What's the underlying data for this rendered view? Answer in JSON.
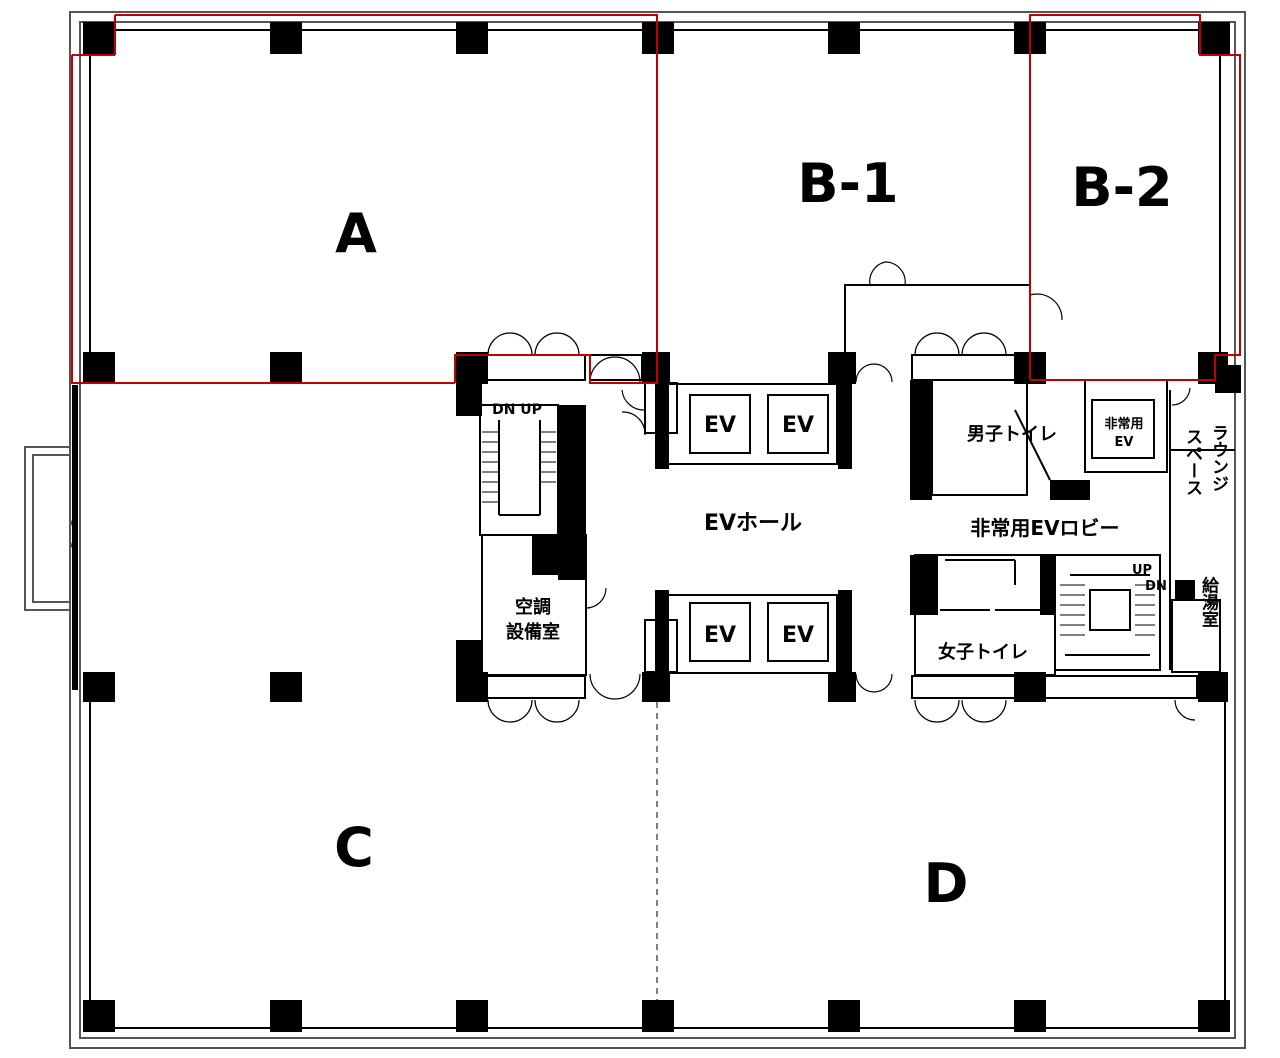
{
  "units": {
    "a": "A",
    "b1": "B-1",
    "b2": "B-2",
    "c": "C",
    "d": "D"
  },
  "rooms": {
    "ev_hall": "EVホール",
    "ev": "EV",
    "mens_toilet": "男子トイレ",
    "womens_toilet": "女子トイレ",
    "emergency_ev_1": "非常用",
    "emergency_ev_2": "EV",
    "emergency_ev_lobby": "非常用EVロビー",
    "lounge_1": "ラウンジ",
    "lounge_2": "スペース",
    "kitchen": "給湯室",
    "hvac_1": "空調",
    "hvac_2": "設備室",
    "stair_west": "DN UP",
    "stair_east_up": "UP",
    "stair_east_dn": "DN"
  },
  "colors": {
    "wall": "#000000",
    "highlight": "#c00000"
  }
}
